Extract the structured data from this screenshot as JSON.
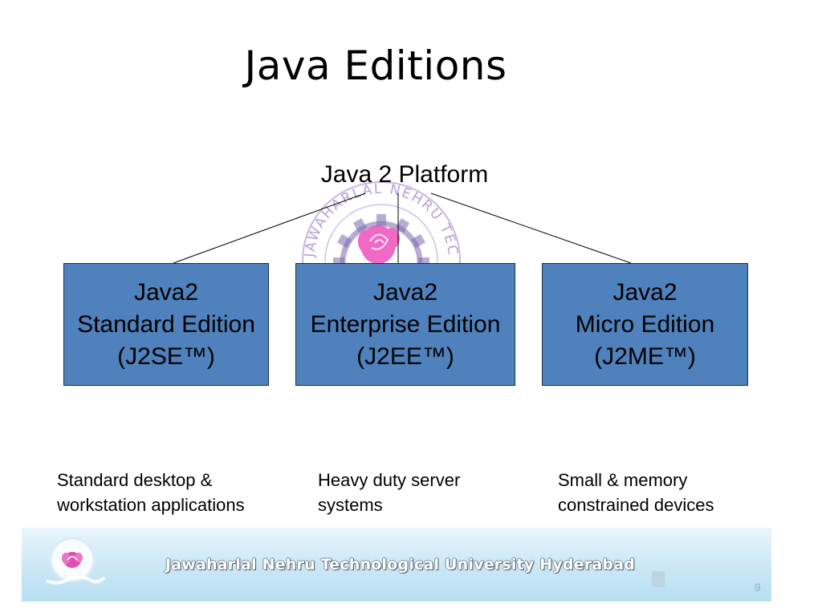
{
  "slide": {
    "title": "Java Editions",
    "page_number": "9"
  },
  "diagram": {
    "root": "Java 2 Platform",
    "editions": [
      {
        "line1": "Java2",
        "line2": "Standard Edition",
        "line3": "(J2SE™)",
        "description": [
          "Standard desktop &",
          "workstation applications"
        ]
      },
      {
        "line1": "Java2",
        "line2": "Enterprise Edition",
        "line3": "(J2EE™)",
        "description": [
          "Heavy duty server",
          "systems"
        ]
      },
      {
        "line1": "Java2",
        "line2": "Micro Edition",
        "line3": "(J2ME™)",
        "description": [
          "Small & memory",
          "constrained devices"
        ]
      }
    ],
    "box_color": "#4f81bd",
    "box_border_color": "#1c2c44"
  },
  "watermark": {
    "text": "JAWAHARLAL NEHRU TECHNOLOGICAL UNIVERSITY",
    "color": "#9370c4",
    "emblem_color": "#ea3cb4"
  },
  "footer": {
    "text": "Jawaharlal Nehru Technological University Hyderabad"
  }
}
